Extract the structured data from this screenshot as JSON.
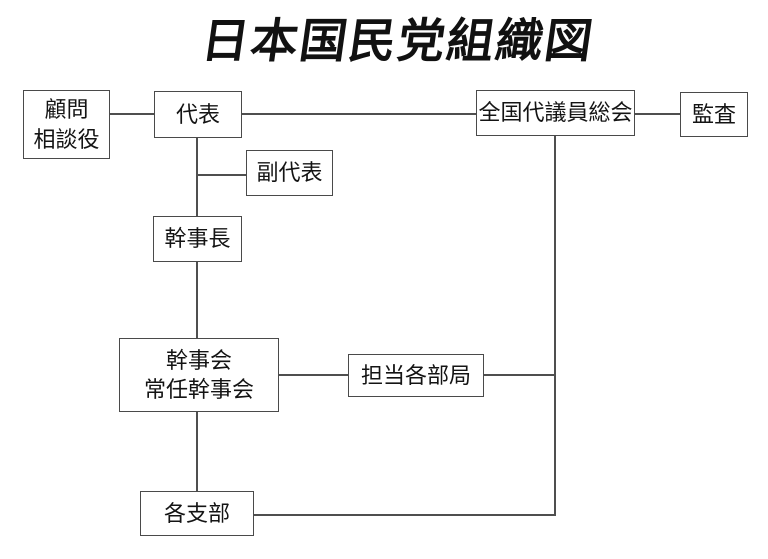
{
  "title": "日本国民党組織図",
  "colors": {
    "background": "#ffffff",
    "line": "#4f4f4f",
    "border": "#4a4a4a",
    "text": "#141414",
    "title_text": "#111111"
  },
  "nodes": {
    "advisor": {
      "lines": [
        "顧問",
        "相談役"
      ]
    },
    "representative": {
      "label": "代表"
    },
    "national_assembly": {
      "label": "全国代議員総会"
    },
    "audit": {
      "label": "監査"
    },
    "deputy_representative": {
      "label": "副代表"
    },
    "secretary_general": {
      "label": "幹事長"
    },
    "executive_board": {
      "lines": [
        "幹事会",
        "常任幹事会"
      ]
    },
    "departments": {
      "label": "担当各部局"
    },
    "branches": {
      "label": "各支部"
    }
  }
}
